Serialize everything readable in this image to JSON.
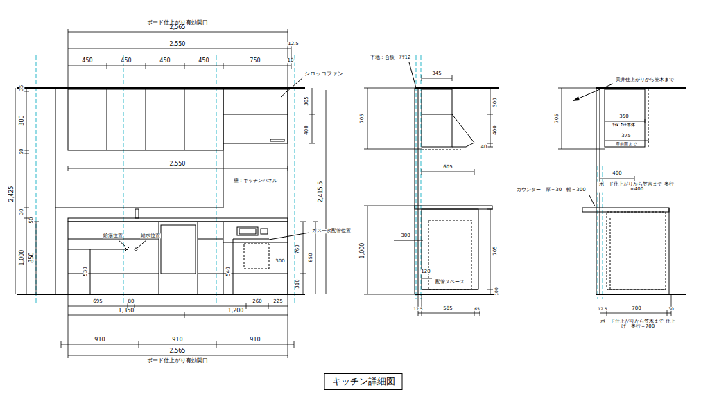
{
  "diagram": {
    "caption": "キッチン詳細図",
    "labels": [
      "ボード仕上がり有効開口",
      "2,565",
      "2,550",
      "12.5",
      "450",
      "450",
      "450",
      "450",
      "750",
      "10",
      "シロッコファン",
      "35",
      "300",
      "50",
      "2,425",
      "30",
      "50",
      "1,000",
      "850",
      "305",
      "400",
      "2,415.5",
      "2,550",
      "壁：キッチンパネル",
      "給湯位置",
      "給水位置",
      "ガス一次配管位置",
      "530",
      "540",
      "300",
      "760",
      "850",
      "310",
      "695",
      "80",
      "260",
      "225",
      "1,350",
      "1,200",
      "910",
      "910",
      "910",
      "2,565",
      "ボード仕上がり有効開口",
      "下地：合板　ｱﾂ12",
      "345",
      "300",
      "400",
      "40",
      "705",
      "605",
      "300",
      "1,000",
      "705",
      "100",
      "120",
      "配管スペース",
      "12.5",
      "585",
      "65",
      "天井仕上がりから笠木まで",
      "350",
      "ｷｬﾋﾞﾈｯﾄ本体",
      "375",
      "扉前面まで",
      "705",
      "400",
      "ボード仕上がりから笠木まで 奥行＝400",
      "カウンター　厚＝30　幅＝300",
      "12.5",
      "700",
      "30",
      "ボード仕上がりから笠木まで 仕上げ　奥行＝700"
    ]
  }
}
